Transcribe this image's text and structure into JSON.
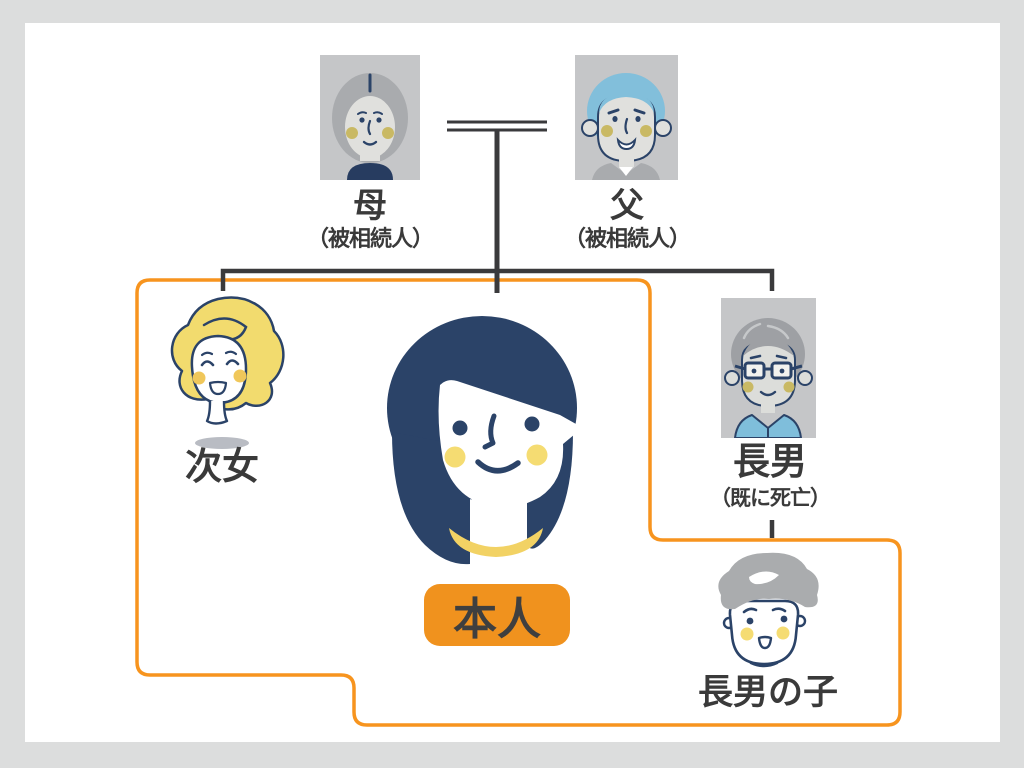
{
  "people": {
    "mother": {
      "label": "母",
      "note": "（被相続人）"
    },
    "father": {
      "label": "父",
      "note": "（被相続人）"
    },
    "second_daughter": {
      "label": "次女"
    },
    "self": {
      "label": "本人"
    },
    "eldest_son": {
      "label": "長男",
      "note": "（既に死亡）"
    },
    "eldest_sons_child": {
      "label": "長男の子"
    }
  },
  "colors": {
    "frame_background": "#DCDDDD",
    "canvas_background": "#FFFFFF",
    "connector_line": "#3A3A3C",
    "heir_zone_border": "#F7941E",
    "self_badge_background": "#F0921E",
    "self_badge_text": "#3F3F3F",
    "label_text": "#3A3A3A",
    "illustration_navy": "#2B4368",
    "deceased_portrait_background": "#C5C6C8",
    "gray_hair": "#A9ABAE",
    "blue_hair": "#82BFDB",
    "yellow_hair": "#F2DB6E",
    "cheek_yellow": "#F5DC72",
    "cheek_olive": "#C9B964",
    "collar_yellow": "#F2D264",
    "polo_blue": "#7FBEDB"
  }
}
